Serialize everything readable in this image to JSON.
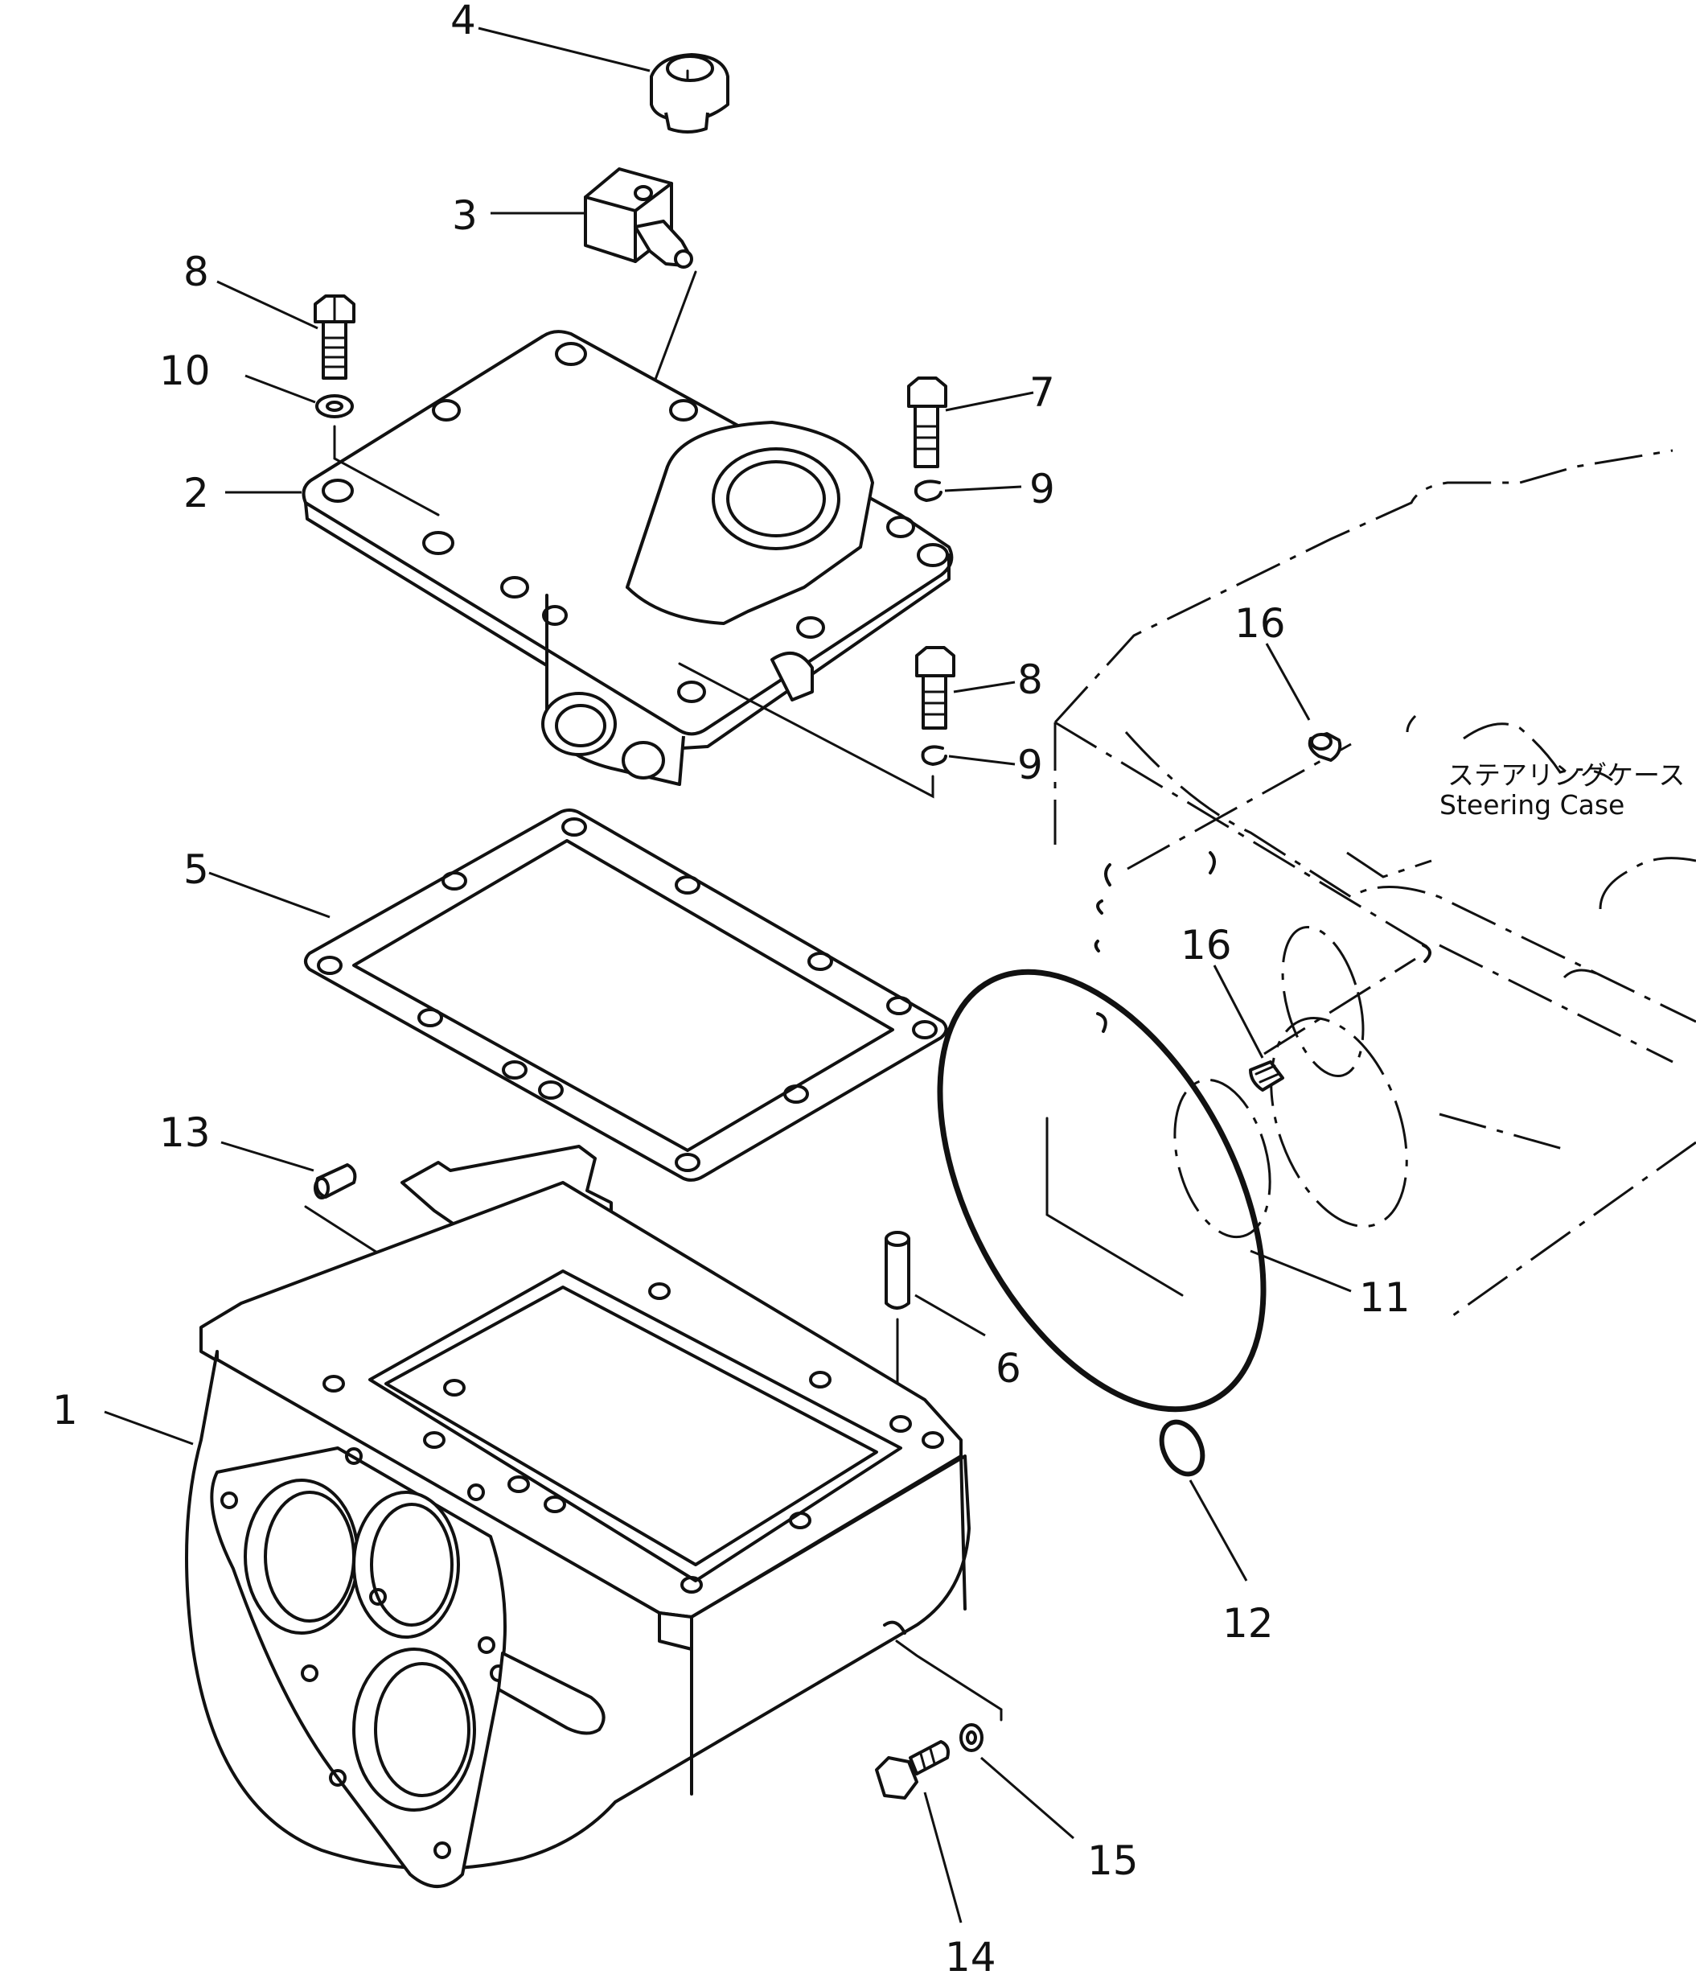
{
  "callouts": [
    {
      "id": "c4",
      "label": "4"
    },
    {
      "id": "c3",
      "label": "3"
    },
    {
      "id": "c8a",
      "label": "8"
    },
    {
      "id": "c10",
      "label": "10"
    },
    {
      "id": "c2",
      "label": "2"
    },
    {
      "id": "c7",
      "label": "7"
    },
    {
      "id": "c9a",
      "label": "9"
    },
    {
      "id": "c8b",
      "label": "8"
    },
    {
      "id": "c9b",
      "label": "9"
    },
    {
      "id": "c16a",
      "label": "16"
    },
    {
      "id": "c5",
      "label": "5"
    },
    {
      "id": "c16b",
      "label": "16"
    },
    {
      "id": "c13",
      "label": "13"
    },
    {
      "id": "c11",
      "label": "11"
    },
    {
      "id": "c6",
      "label": "6"
    },
    {
      "id": "c1",
      "label": "1"
    },
    {
      "id": "c12",
      "label": "12"
    },
    {
      "id": "c15",
      "label": "15"
    },
    {
      "id": "c14",
      "label": "14"
    }
  ],
  "steering_case_label": {
    "japanese": "ステアリングケース",
    "english": "Steering Case"
  }
}
